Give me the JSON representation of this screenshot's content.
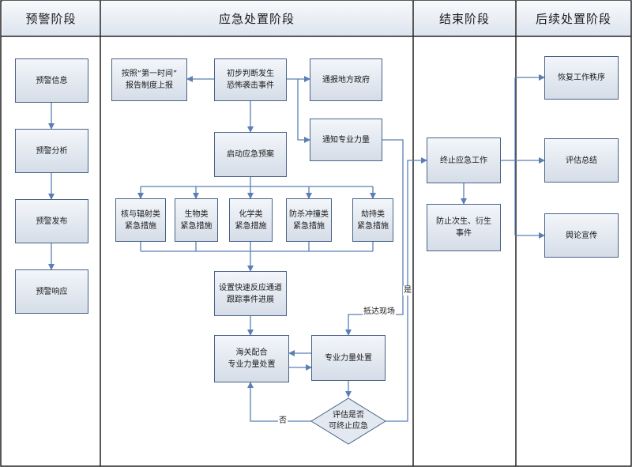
{
  "phases": {
    "warning": "预警阶段",
    "response": "应急处置阶段",
    "end": "结束阶段",
    "followup": "后续处置阶段"
  },
  "warning_steps": [
    "预警信息",
    "预警分析",
    "预警发布",
    "预警响应"
  ],
  "response": {
    "report": "按照“第一时间”\n报告制度上报",
    "judge": "初步判断发生\n恐怖袭击事件",
    "notify_gov": "通报地方政府",
    "notify_force": "通知专业力量",
    "plan": "启动应急预案",
    "measures": [
      "核与辐射类\n紧急措施",
      "生物类\n紧急措施",
      "化学类\n紧急措施",
      "防杀冲撞类\n紧急措施",
      "劫持类\n紧急措施"
    ],
    "channel": "设置快速反应通道\n跟踪事件进展",
    "customs": "海关配合\n专业力量处置",
    "pro_handle": "专业力量处置",
    "evaluate": "评估是否\n可终止应急"
  },
  "end": {
    "terminate": "终止应急工作",
    "prevent": "防止次生、衍生\n事件"
  },
  "followup": [
    "恢复工作秩序",
    "评估总结",
    "舆论宣传"
  ],
  "edge_labels": {
    "yes": "是",
    "no": "否",
    "arrive": "抵达现场"
  }
}
